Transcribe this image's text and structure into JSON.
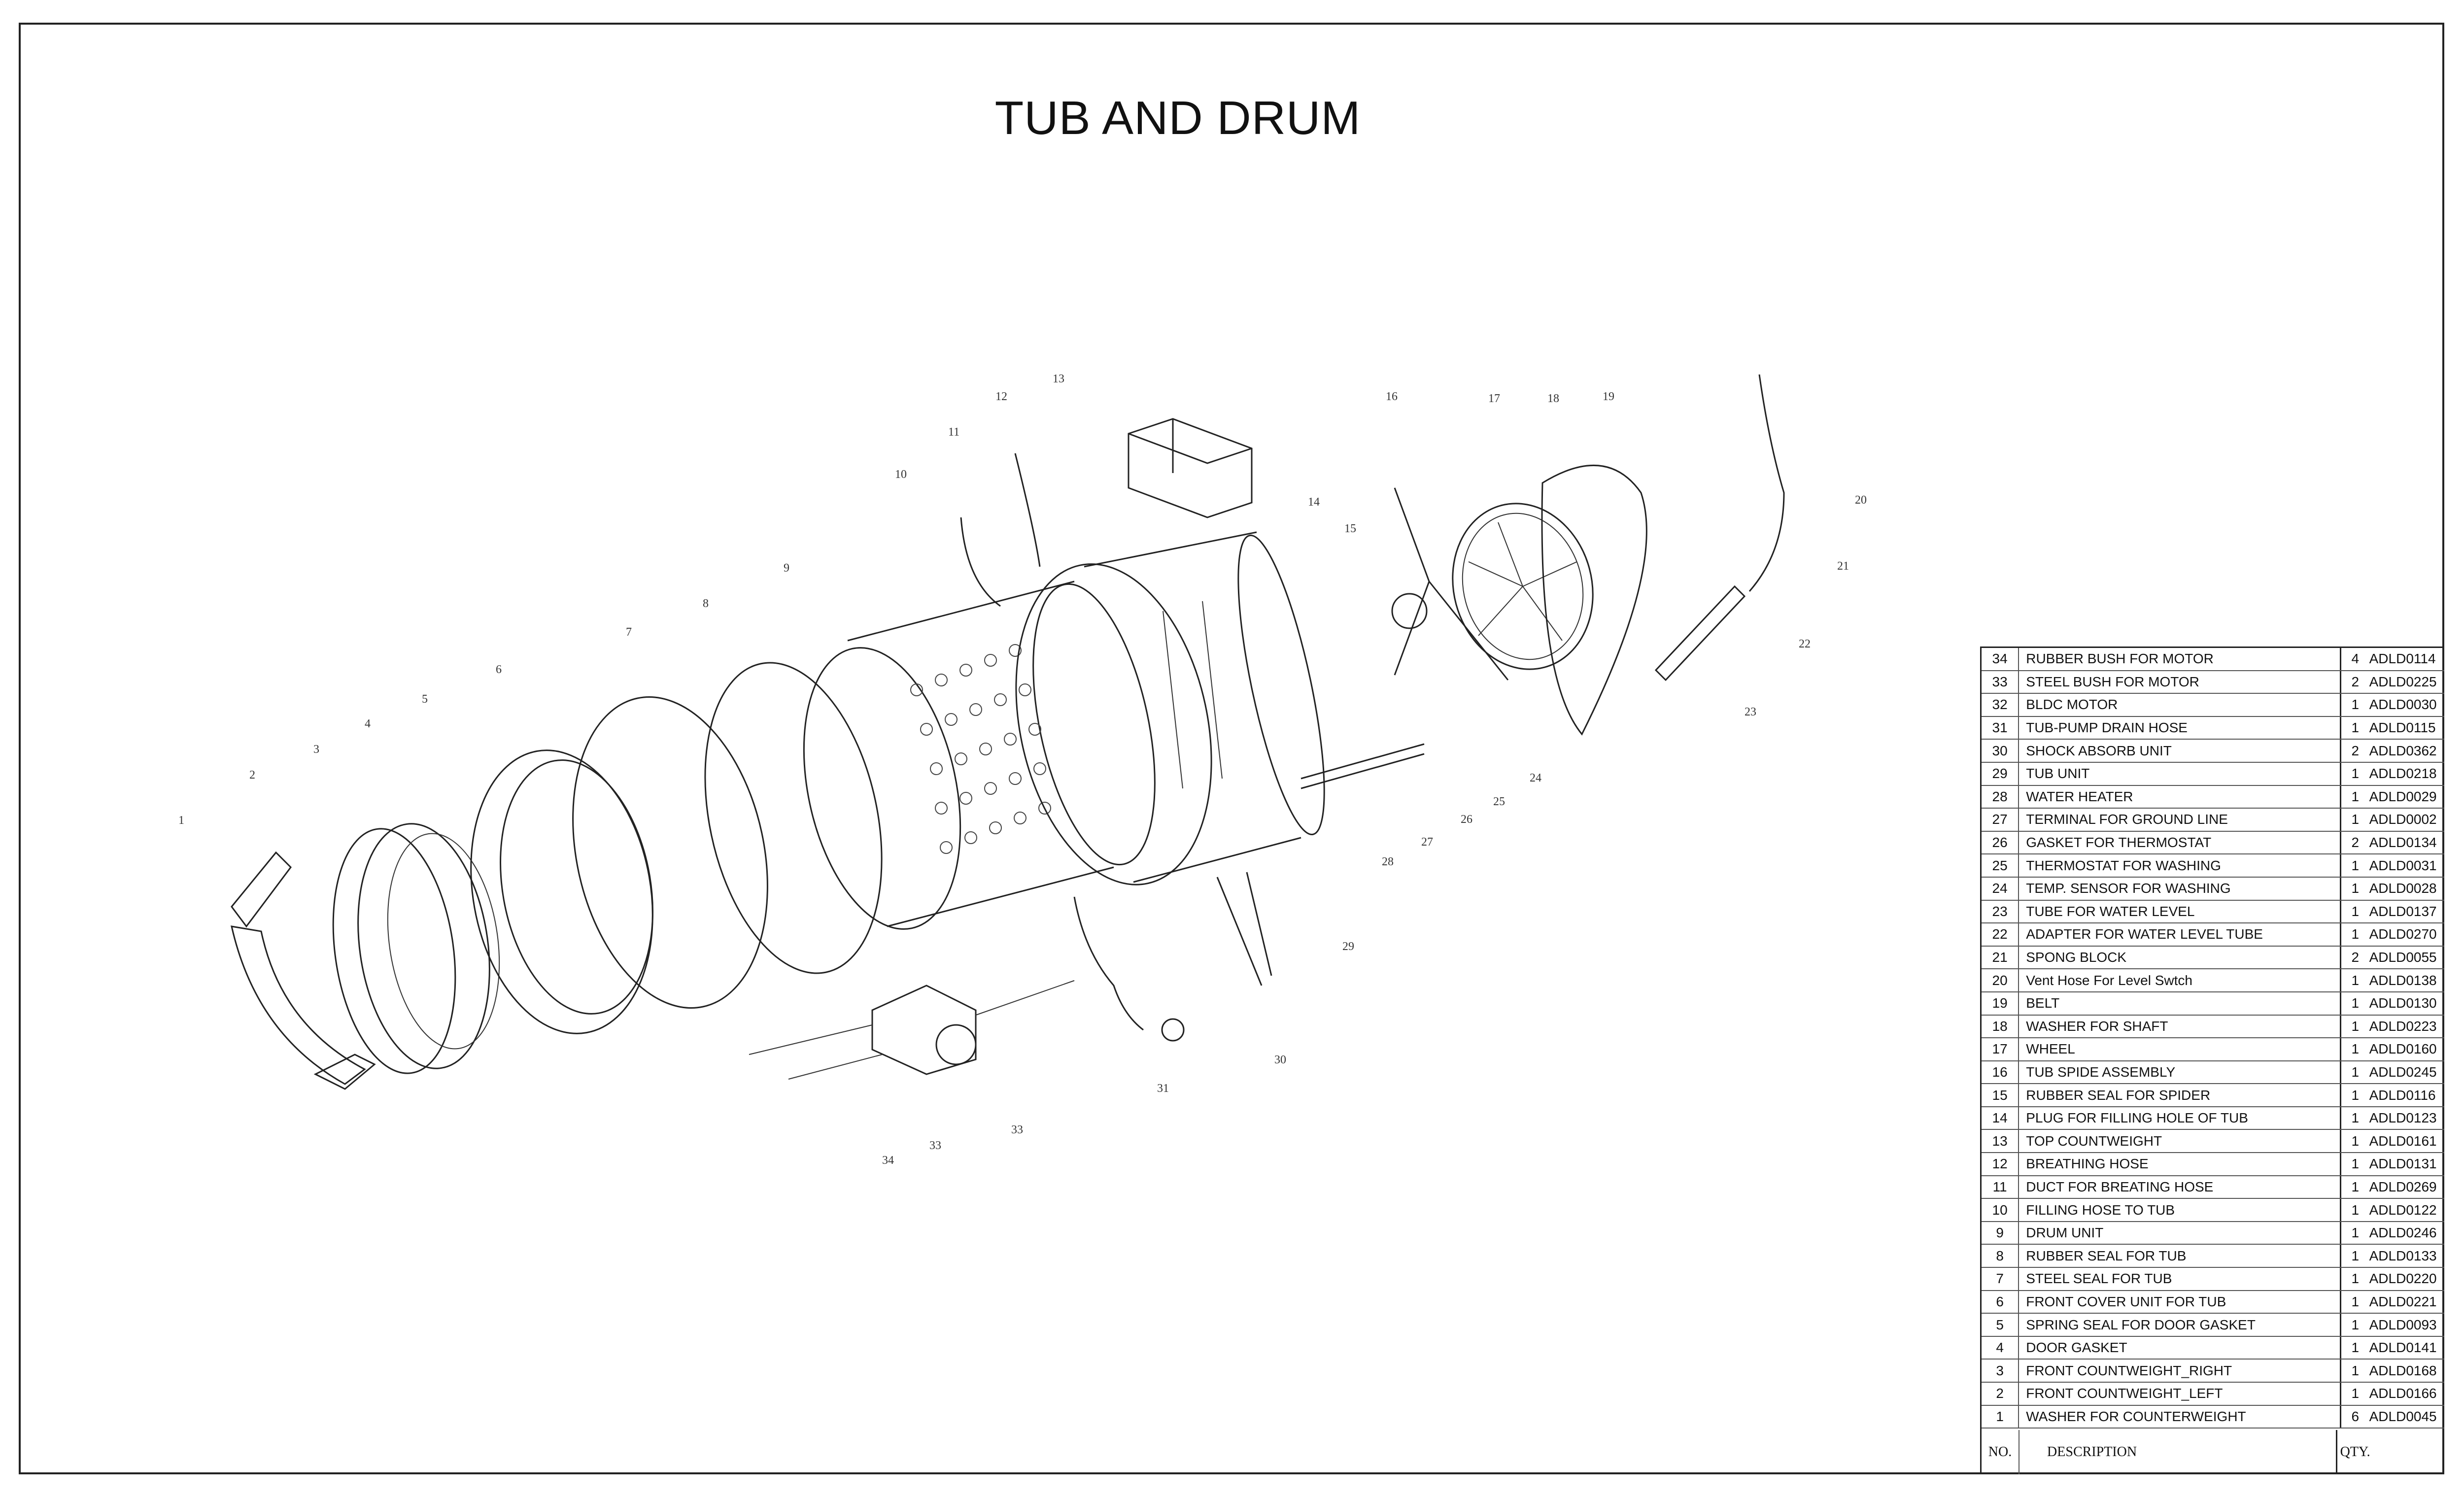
{
  "title": "TUB AND DRUM",
  "callouts": [
    "1",
    "2",
    "3",
    "4",
    "5",
    "6",
    "7",
    "8",
    "9",
    "10",
    "11",
    "12",
    "13",
    "14",
    "15",
    "16",
    "17",
    "18",
    "19",
    "20",
    "21",
    "22",
    "23",
    "24",
    "25",
    "26",
    "27",
    "28",
    "29",
    "30",
    "31",
    "33",
    "33",
    "34"
  ],
  "parts_header": {
    "no": "NO.",
    "description": "DESCRIPTION",
    "qty": "QTY."
  },
  "parts": [
    {
      "no": "34",
      "description": "RUBBER BUSH FOR MOTOR",
      "qty": "4",
      "code": "ADLD0114"
    },
    {
      "no": "33",
      "description": "STEEL BUSH FOR MOTOR",
      "qty": "2",
      "code": "ADLD0225"
    },
    {
      "no": "32",
      "description": "BLDC MOTOR",
      "qty": "1",
      "code": "ADLD0030"
    },
    {
      "no": "31",
      "description": "TUB-PUMP DRAIN HOSE",
      "qty": "1",
      "code": "ADLD0115"
    },
    {
      "no": "30",
      "description": "SHOCK ABSORB UNIT",
      "qty": "2",
      "code": "ADLD0362"
    },
    {
      "no": "29",
      "description": "TUB UNIT",
      "qty": "1",
      "code": "ADLD0218"
    },
    {
      "no": "28",
      "description": "WATER HEATER",
      "qty": "1",
      "code": "ADLD0029"
    },
    {
      "no": "27",
      "description": "TERMINAL FOR GROUND LINE",
      "qty": "1",
      "code": "ADLD0002"
    },
    {
      "no": "26",
      "description": "GASKET FOR THERMOSTAT",
      "qty": "2",
      "code": "ADLD0134"
    },
    {
      "no": "25",
      "description": "THERMOSTAT FOR WASHING",
      "qty": "1",
      "code": "ADLD0031"
    },
    {
      "no": "24",
      "description": "TEMP. SENSOR FOR WASHING",
      "qty": "1",
      "code": "ADLD0028"
    },
    {
      "no": "23",
      "description": "TUBE FOR WATER LEVEL",
      "qty": "1",
      "code": "ADLD0137"
    },
    {
      "no": "22",
      "description": "ADAPTER FOR WATER LEVEL TUBE",
      "qty": "1",
      "code": "ADLD0270"
    },
    {
      "no": "21",
      "description": "SPONG BLOCK",
      "qty": "2",
      "code": "ADLD0055"
    },
    {
      "no": "20",
      "description": "Vent Hose For Level Swtch",
      "qty": "1",
      "code": "ADLD0138"
    },
    {
      "no": "19",
      "description": "BELT",
      "qty": "1",
      "code": "ADLD0130"
    },
    {
      "no": "18",
      "description": "WASHER FOR SHAFT",
      "qty": "1",
      "code": "ADLD0223"
    },
    {
      "no": "17",
      "description": "WHEEL",
      "qty": "1",
      "code": "ADLD0160"
    },
    {
      "no": "16",
      "description": "TUB SPIDE ASSEMBLY",
      "qty": "1",
      "code": "ADLD0245"
    },
    {
      "no": "15",
      "description": "RUBBER SEAL FOR SPIDER",
      "qty": "1",
      "code": "ADLD0116"
    },
    {
      "no": "14",
      "description": "PLUG FOR FILLING HOLE OF TUB",
      "qty": "1",
      "code": "ADLD0123"
    },
    {
      "no": "13",
      "description": "TOP COUNTWEIGHT",
      "qty": "1",
      "code": "ADLD0161"
    },
    {
      "no": "12",
      "description": "BREATHING HOSE",
      "qty": "1",
      "code": "ADLD0131"
    },
    {
      "no": "11",
      "description": "DUCT FOR BREATING HOSE",
      "qty": "1",
      "code": "ADLD0269"
    },
    {
      "no": "10",
      "description": "FILLING HOSE TO TUB",
      "qty": "1",
      "code": "ADLD0122"
    },
    {
      "no": "9",
      "description": "DRUM UNIT",
      "qty": "1",
      "code": "ADLD0246"
    },
    {
      "no": "8",
      "description": "RUBBER SEAL FOR TUB",
      "qty": "1",
      "code": "ADLD0133"
    },
    {
      "no": "7",
      "description": "STEEL SEAL FOR TUB",
      "qty": "1",
      "code": "ADLD0220"
    },
    {
      "no": "6",
      "description": "FRONT COVER UNIT FOR TUB",
      "qty": "1",
      "code": "ADLD0221"
    },
    {
      "no": "5",
      "description": "SPRING SEAL FOR DOOR GASKET",
      "qty": "1",
      "code": "ADLD0093"
    },
    {
      "no": "4",
      "description": "DOOR GASKET",
      "qty": "1",
      "code": "ADLD0141"
    },
    {
      "no": "3",
      "description": "FRONT COUNTWEIGHT_RIGHT",
      "qty": "1",
      "code": "ADLD0168"
    },
    {
      "no": "2",
      "description": "FRONT COUNTWEIGHT_LEFT",
      "qty": "1",
      "code": "ADLD0166"
    },
    {
      "no": "1",
      "description": "WASHER FOR COUNTERWEIGHT",
      "qty": "6",
      "code": "ADLD0045"
    }
  ]
}
